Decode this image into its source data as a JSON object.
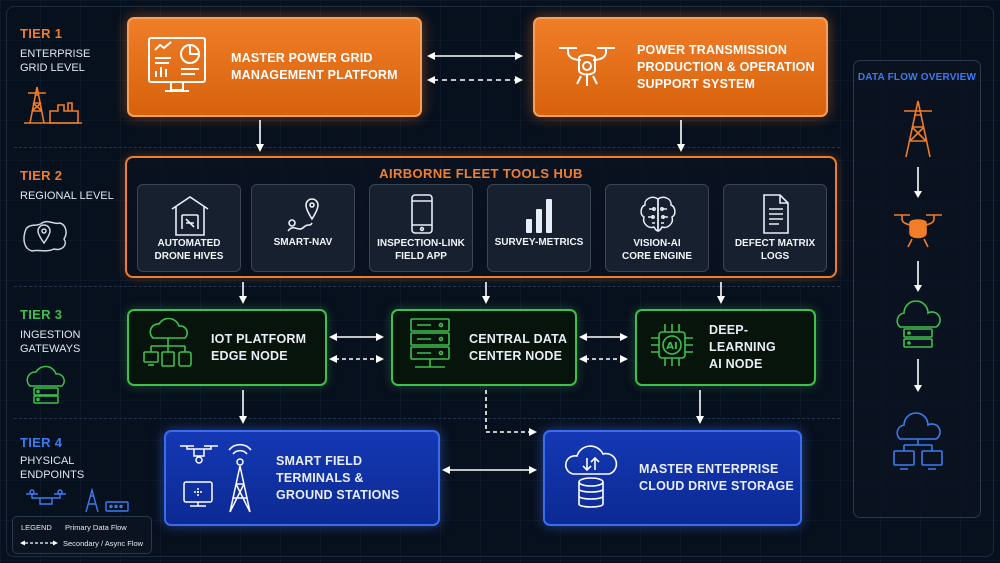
{
  "tiers": [
    {
      "title": "TIER 1",
      "subtitle": "ENTERPRISE\nGRID LEVEL",
      "color": "#f07d28"
    },
    {
      "title": "TIER 2",
      "subtitle": "REGIONAL LEVEL",
      "color": "#f07d28"
    },
    {
      "title": "TIER 3",
      "subtitle": "INGESTION\nGATEWAYS",
      "color": "#3fbf4c"
    },
    {
      "title": "TIER 4",
      "subtitle": "PHYSICAL\nENDPOINTS",
      "color": "#3a7cf0"
    }
  ],
  "tier1": {
    "master_platform": "MASTER POWER GRID\nMANAGEMENT PLATFORM",
    "support_system": "POWER TRANSMISSION\nPRODUCTION & OPERATION\nSUPPORT SYSTEM"
  },
  "hub": {
    "title": "AIRBORNE FLEET TOOLS HUB",
    "tools": [
      {
        "label": "AUTOMATED\nDRONE HIVES",
        "icon": "drone-hive-icon"
      },
      {
        "label": "SMART-NAV",
        "icon": "map-pin-icon"
      },
      {
        "label": "INSPECTION-LINK\nFIELD APP",
        "icon": "smartphone-icon"
      },
      {
        "label": "SURVEY-METRICS",
        "icon": "bar-chart-icon"
      },
      {
        "label": "VISION-AI\nCORE ENGINE",
        "icon": "brain-icon"
      },
      {
        "label": "DEFECT MATRIX\nLOGS",
        "icon": "document-icon"
      }
    ]
  },
  "tier3": {
    "iot": "IOT PLATFORM\nEDGE NODE",
    "datacenter": "CENTRAL DATA\nCENTER NODE",
    "ai": "DEEP-LEARNING\nAI NODE"
  },
  "tier4": {
    "terminals": "SMART FIELD TERMINALS &\nGROUND STATIONS",
    "cloud": "MASTER ENTERPRISE\nCLOUD DRIVE STORAGE"
  },
  "panel": {
    "title": "DATA FLOW OVERVIEW"
  },
  "legend": {
    "title": "LEGEND",
    "primary": "Primary Data Flow",
    "secondary": "Secondary / Async Flow"
  },
  "colors": {
    "orange": "#f07d28",
    "green": "#3fbf4c",
    "blue": "#3a7cf0",
    "background": "#07101d"
  }
}
